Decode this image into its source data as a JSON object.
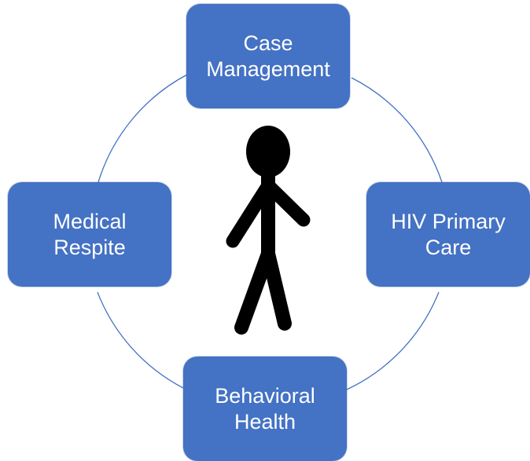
{
  "diagram": {
    "nodes": {
      "top": "Case\nManagement",
      "left": "Medical\nRespite",
      "right": "HIV Primary\nCare",
      "bottom": "Behavioral\nHealth"
    },
    "colors": {
      "node_fill": "#4472c4",
      "ring_stroke": "#4472c4",
      "figure_fill": "#000000"
    },
    "center_icon": "stick-figure-person-icon"
  }
}
